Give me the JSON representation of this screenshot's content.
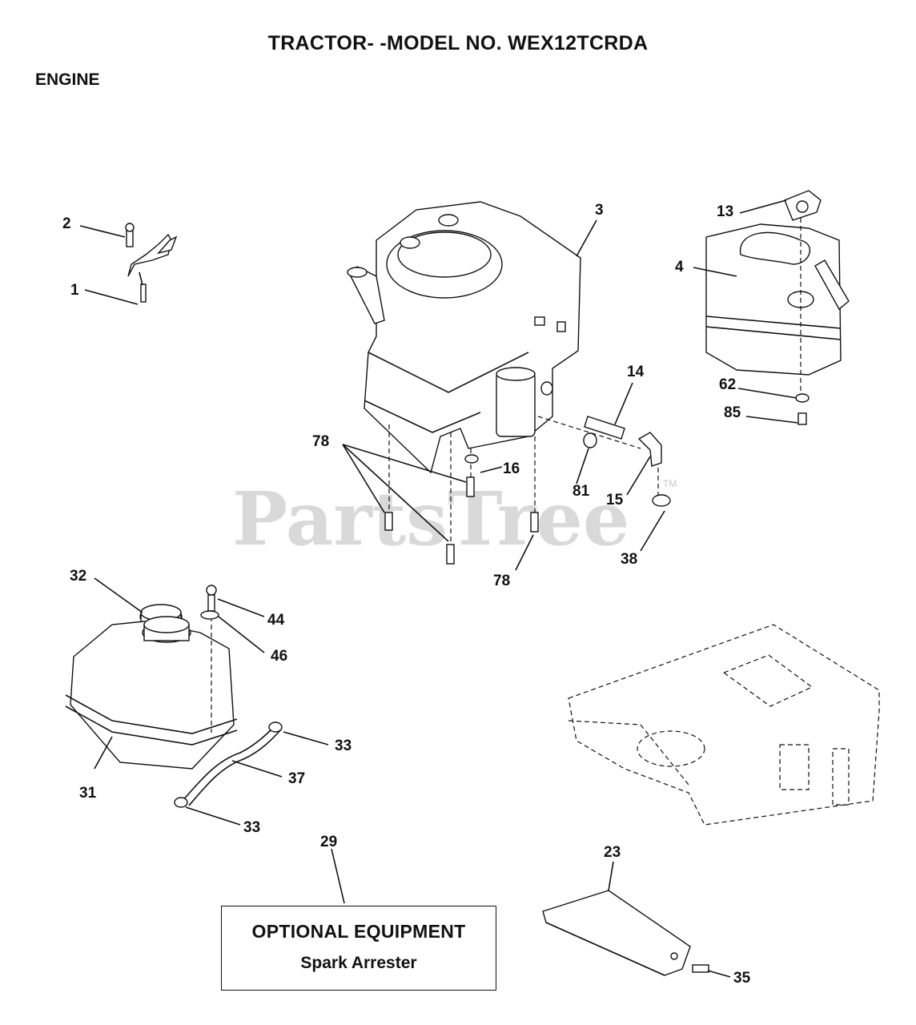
{
  "header": {
    "title": "TRACTOR- -MODEL NO. WEX12TCRDA",
    "section": "ENGINE"
  },
  "watermark": {
    "text": "PartsTree",
    "tm": "TM"
  },
  "optional_box": {
    "title": "OPTIONAL EQUIPMENT",
    "subtitle": "Spark Arrester"
  },
  "callouts": {
    "c1": "1",
    "c2": "2",
    "c3": "3",
    "c4": "4",
    "c13": "13",
    "c14": "14",
    "c15": "15",
    "c16": "16",
    "c23": "23",
    "c29": "29",
    "c31": "31",
    "c32": "32",
    "c33a": "33",
    "c33b": "33",
    "c35": "35",
    "c37": "37",
    "c38": "38",
    "c44": "44",
    "c46": "46",
    "c62": "62",
    "c78a": "78",
    "c78b": "78",
    "c81": "81",
    "c85": "85"
  }
}
